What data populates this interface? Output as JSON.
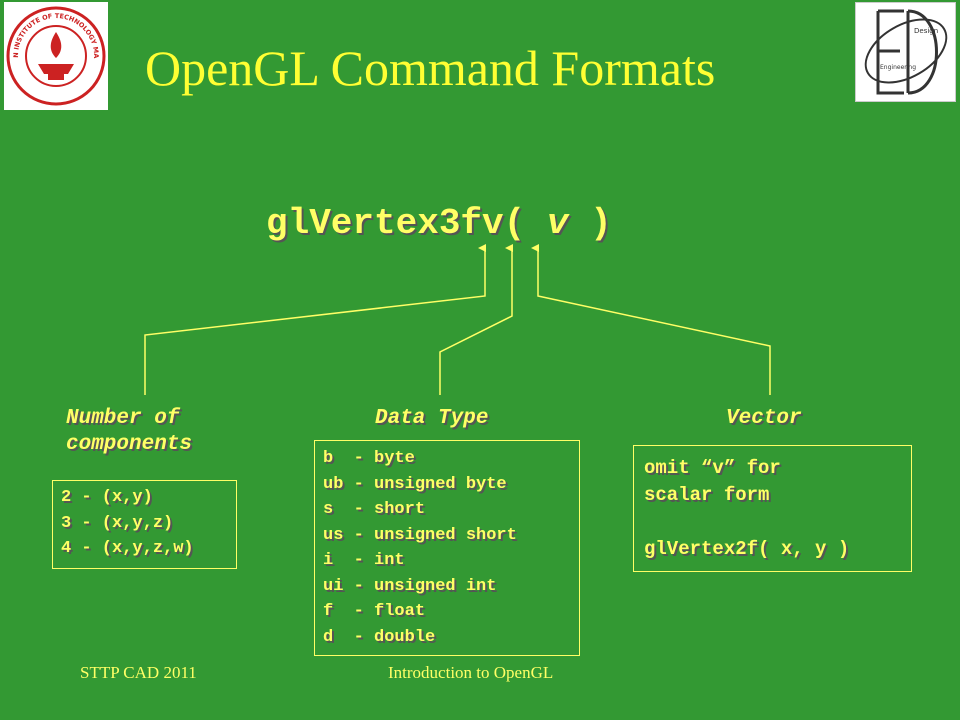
{
  "slide": {
    "title": "OpenGL Command Formats",
    "command": {
      "prefix": "glVertex3fv(",
      "argument": " v ",
      "suffix": ")"
    },
    "sections": {
      "components": {
        "heading_line1": "Number of",
        "heading_line2": "components",
        "lines": [
          "2 - (x,y)",
          "3 - (x,y,z)",
          "4 - (x,y,z,w)"
        ]
      },
      "data_type": {
        "heading": "Data Type",
        "lines": [
          "b  - byte",
          "ub - unsigned byte",
          "s  - short",
          "us - unsigned short",
          "i  - int",
          "ui - unsigned int",
          "f  - float",
          "d  - double"
        ]
      },
      "vector": {
        "heading": "Vector",
        "lines": [
          "omit “v” for",
          "scalar form",
          "",
          "glVertex2f( x, y )"
        ]
      }
    },
    "footer": {
      "left": "STTP CAD 2011",
      "center": "Introduction to OpenGL"
    },
    "logos": {
      "left_text": "INDIAN INSTITUTE OF TECHNOLOGY MADRAS",
      "right_text_1": "Design",
      "right_text_2": "Engineering"
    },
    "colors": {
      "background": "#339933",
      "title": "#ffff33",
      "text": "#ffff66",
      "logo_red": "#cc2222"
    }
  }
}
